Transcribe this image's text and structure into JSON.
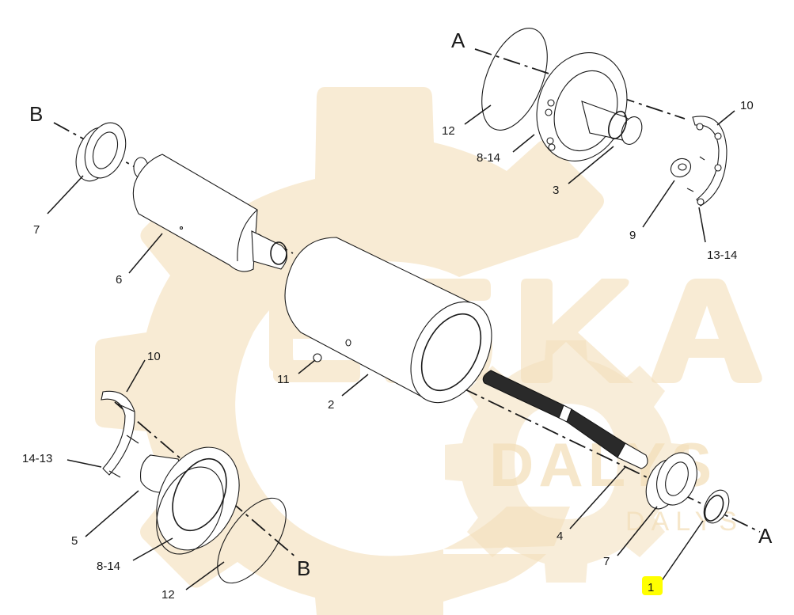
{
  "diagram": {
    "type": "exploded-parts-view",
    "watermark": {
      "brand_large": "ESKA",
      "brand_small_1": "DALYS",
      "brand_small_2": "DALYS",
      "color": "#f8ebd4"
    },
    "section_markers": [
      {
        "id": "A-top",
        "label": "A"
      },
      {
        "id": "A-bottom",
        "label": "A"
      },
      {
        "id": "B-top",
        "label": "B"
      },
      {
        "id": "B-bottom",
        "label": "B"
      }
    ],
    "callouts": {
      "c1": {
        "label": "1",
        "highlighted": true,
        "highlight_color": "#ffff00",
        "part": "seal ring"
      },
      "c2": {
        "label": "2",
        "part": "drum / housing"
      },
      "c3": {
        "label": "3",
        "part": "flange spindle"
      },
      "c4": {
        "label": "4",
        "part": "splined shaft"
      },
      "c5": {
        "label": "5",
        "part": "flange hub"
      },
      "c6": {
        "label": "6",
        "part": "motor shaft housing"
      },
      "c7a": {
        "label": "7",
        "part": "roller bearing"
      },
      "c7b": {
        "label": "7",
        "part": "roller bearing"
      },
      "c8_14a": {
        "label": "8-14",
        "part": "bolts"
      },
      "c8_14b": {
        "label": "8-14",
        "part": "bolts"
      },
      "c9": {
        "label": "9",
        "part": "nut"
      },
      "c10a": {
        "label": "10",
        "part": "retainer plate"
      },
      "c10b": {
        "label": "10",
        "part": "retainer plate"
      },
      "c11": {
        "label": "11",
        "part": "plug"
      },
      "c12a": {
        "label": "12",
        "part": "o-ring"
      },
      "c12b": {
        "label": "12",
        "part": "o-ring"
      },
      "c13_14": {
        "label": "13-14",
        "part": "bolts"
      },
      "c14_13": {
        "label": "14-13",
        "part": "bolts"
      }
    }
  }
}
